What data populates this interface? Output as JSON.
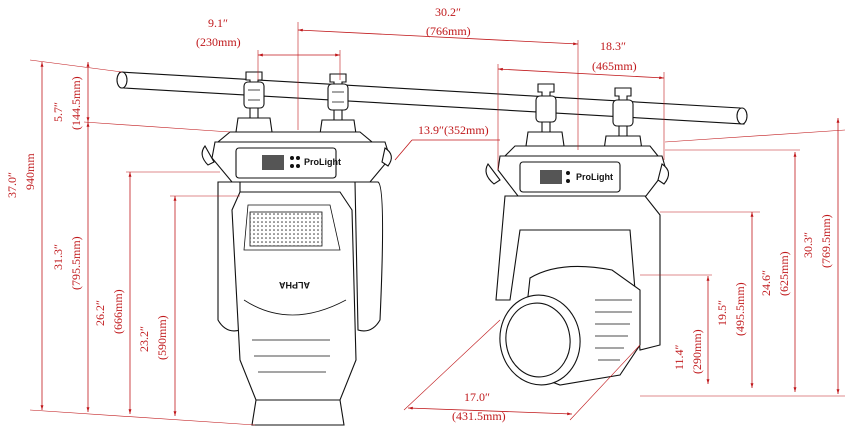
{
  "colors": {
    "dimension": "#c0181b",
    "outline": "#111111",
    "background": "#ffffff"
  },
  "dimensions": {
    "clamp_spacing": {
      "inch": "9.1″",
      "mm": "(230mm)"
    },
    "overall_span": {
      "inch": "30.2″",
      "mm": "(766mm)"
    },
    "side_width": {
      "inch": "18.3″",
      "mm": "(465mm)"
    },
    "base_width": {
      "inch": "13.9″(352mm)"
    },
    "clamp_height": {
      "inch": "5.7″",
      "mm": "(144.5mm)"
    },
    "total_height": {
      "inch": "37.0″",
      "mm": "940mm"
    },
    "front_height_1": {
      "inch": "31.3″",
      "mm": "(795.5mm)"
    },
    "front_height_2": {
      "inch": "26.2″",
      "mm": "(666mm)"
    },
    "front_height_3": {
      "inch": "23.2″",
      "mm": "(590mm)"
    },
    "side_height_1": {
      "inch": "30.3″",
      "mm": "(769.5mm)"
    },
    "side_height_2": {
      "inch": "24.6″",
      "mm": "(625mm)"
    },
    "side_height_3": {
      "inch": "19.5″",
      "mm": "(495.5mm)"
    },
    "lens_height": {
      "inch": "11.4″",
      "mm": "(290mm)"
    },
    "head_depth": {
      "inch": "17.0″",
      "mm": "(431.5mm)"
    }
  },
  "branding": {
    "head_logo": "ALPHA",
    "base_logo": "ProLight"
  }
}
